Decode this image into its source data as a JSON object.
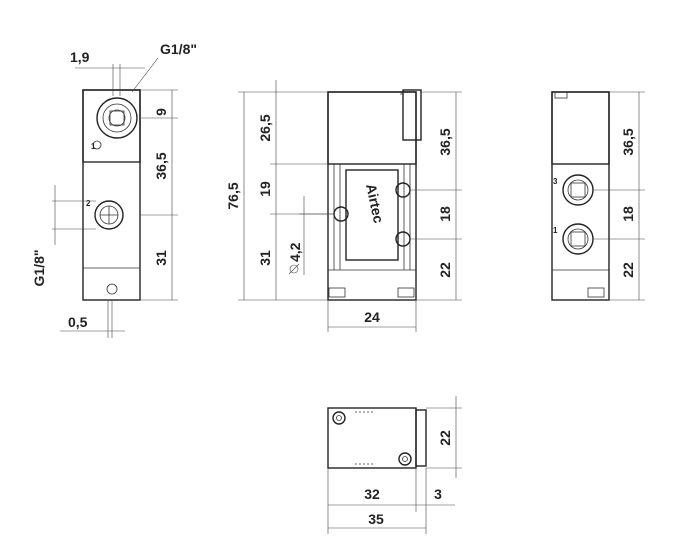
{
  "dimensions": {
    "side_port_height": "1,9",
    "side_thread_top": "G1/8\"",
    "side_top": "9",
    "side_mid": "36,5",
    "side_bottom": "31",
    "side_thread_left": "G1/8\"",
    "side_offset": "0,5",
    "front_total": "76,5",
    "front_top": "26,5",
    "front_mid": "19",
    "front_bottom": "31",
    "front_hole": "4,2",
    "front_right_top": "36,5",
    "front_right_mid": "18",
    "front_right_bottom": "22",
    "front_width": "24",
    "back_top": "36,5",
    "back_mid": "18",
    "back_bottom": "22",
    "bottom_height": "22",
    "bottom_body": "32",
    "bottom_extra": "3",
    "bottom_total": "35"
  },
  "port_labels": {
    "side_port": "2",
    "side_small": "1",
    "back_upper": "3",
    "back_lower": "1"
  },
  "brand_text": "Airtec",
  "line_color": "#222222"
}
